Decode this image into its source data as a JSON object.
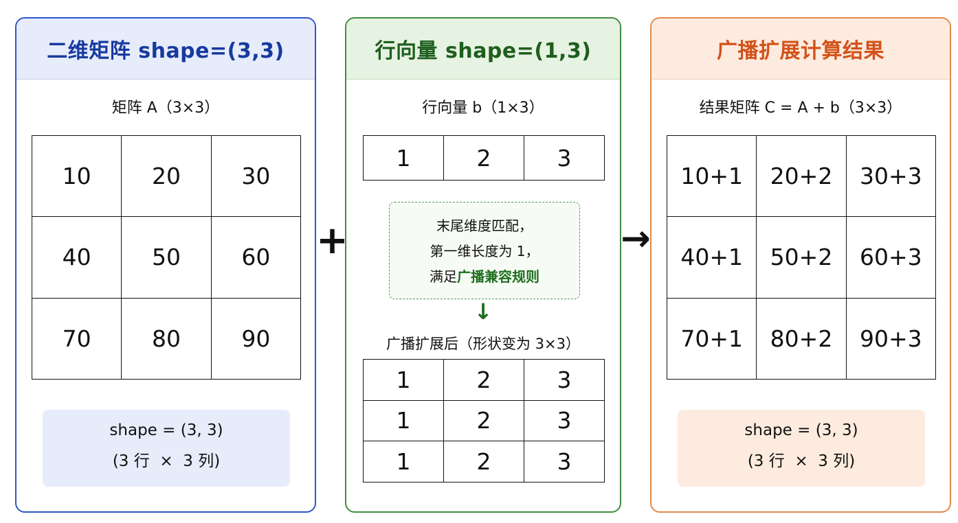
{
  "panel_a": {
    "header": "二维矩阵 shape=(3,3)",
    "subtitle": "矩阵 A（3×3）",
    "rows": [
      [
        "10",
        "20",
        "30"
      ],
      [
        "40",
        "50",
        "60"
      ],
      [
        "70",
        "80",
        "90"
      ]
    ],
    "shape_line1": "shape = (3, 3)",
    "shape_line2": "(3 行  ×  3 列)"
  },
  "operator_plus": "+",
  "panel_b": {
    "header": "行向量 shape=(1,3)",
    "subtitle": "行向量 b（1×3）",
    "vector": [
      "1",
      "2",
      "3"
    ],
    "note_line1": "末尾维度匹配，",
    "note_line2": "第一维长度为 1，",
    "note_line3_prefix": "满足",
    "note_line3_highlight": "广播兼容规则",
    "arrow": "↓",
    "expanded_title": "广播扩展后（形状变为 3×3）",
    "expanded_rows": [
      [
        "1",
        "2",
        "3"
      ],
      [
        "1",
        "2",
        "3"
      ],
      [
        "1",
        "2",
        "3"
      ]
    ]
  },
  "operator_arrow": "→",
  "panel_c": {
    "header": "广播扩展计算结果",
    "subtitle": "结果矩阵 C = A + b（3×3）",
    "rows": [
      [
        "10+1",
        "20+2",
        "30+3"
      ],
      [
        "40+1",
        "50+2",
        "60+3"
      ],
      [
        "70+1",
        "80+2",
        "90+3"
      ]
    ],
    "shape_line1": "shape = (3, 3)",
    "shape_line2": "(3 行  ×  3 列)"
  },
  "colors": {
    "blue": "#2f56c8",
    "green": "#3f8d3f",
    "orange": "#e08a4a"
  }
}
